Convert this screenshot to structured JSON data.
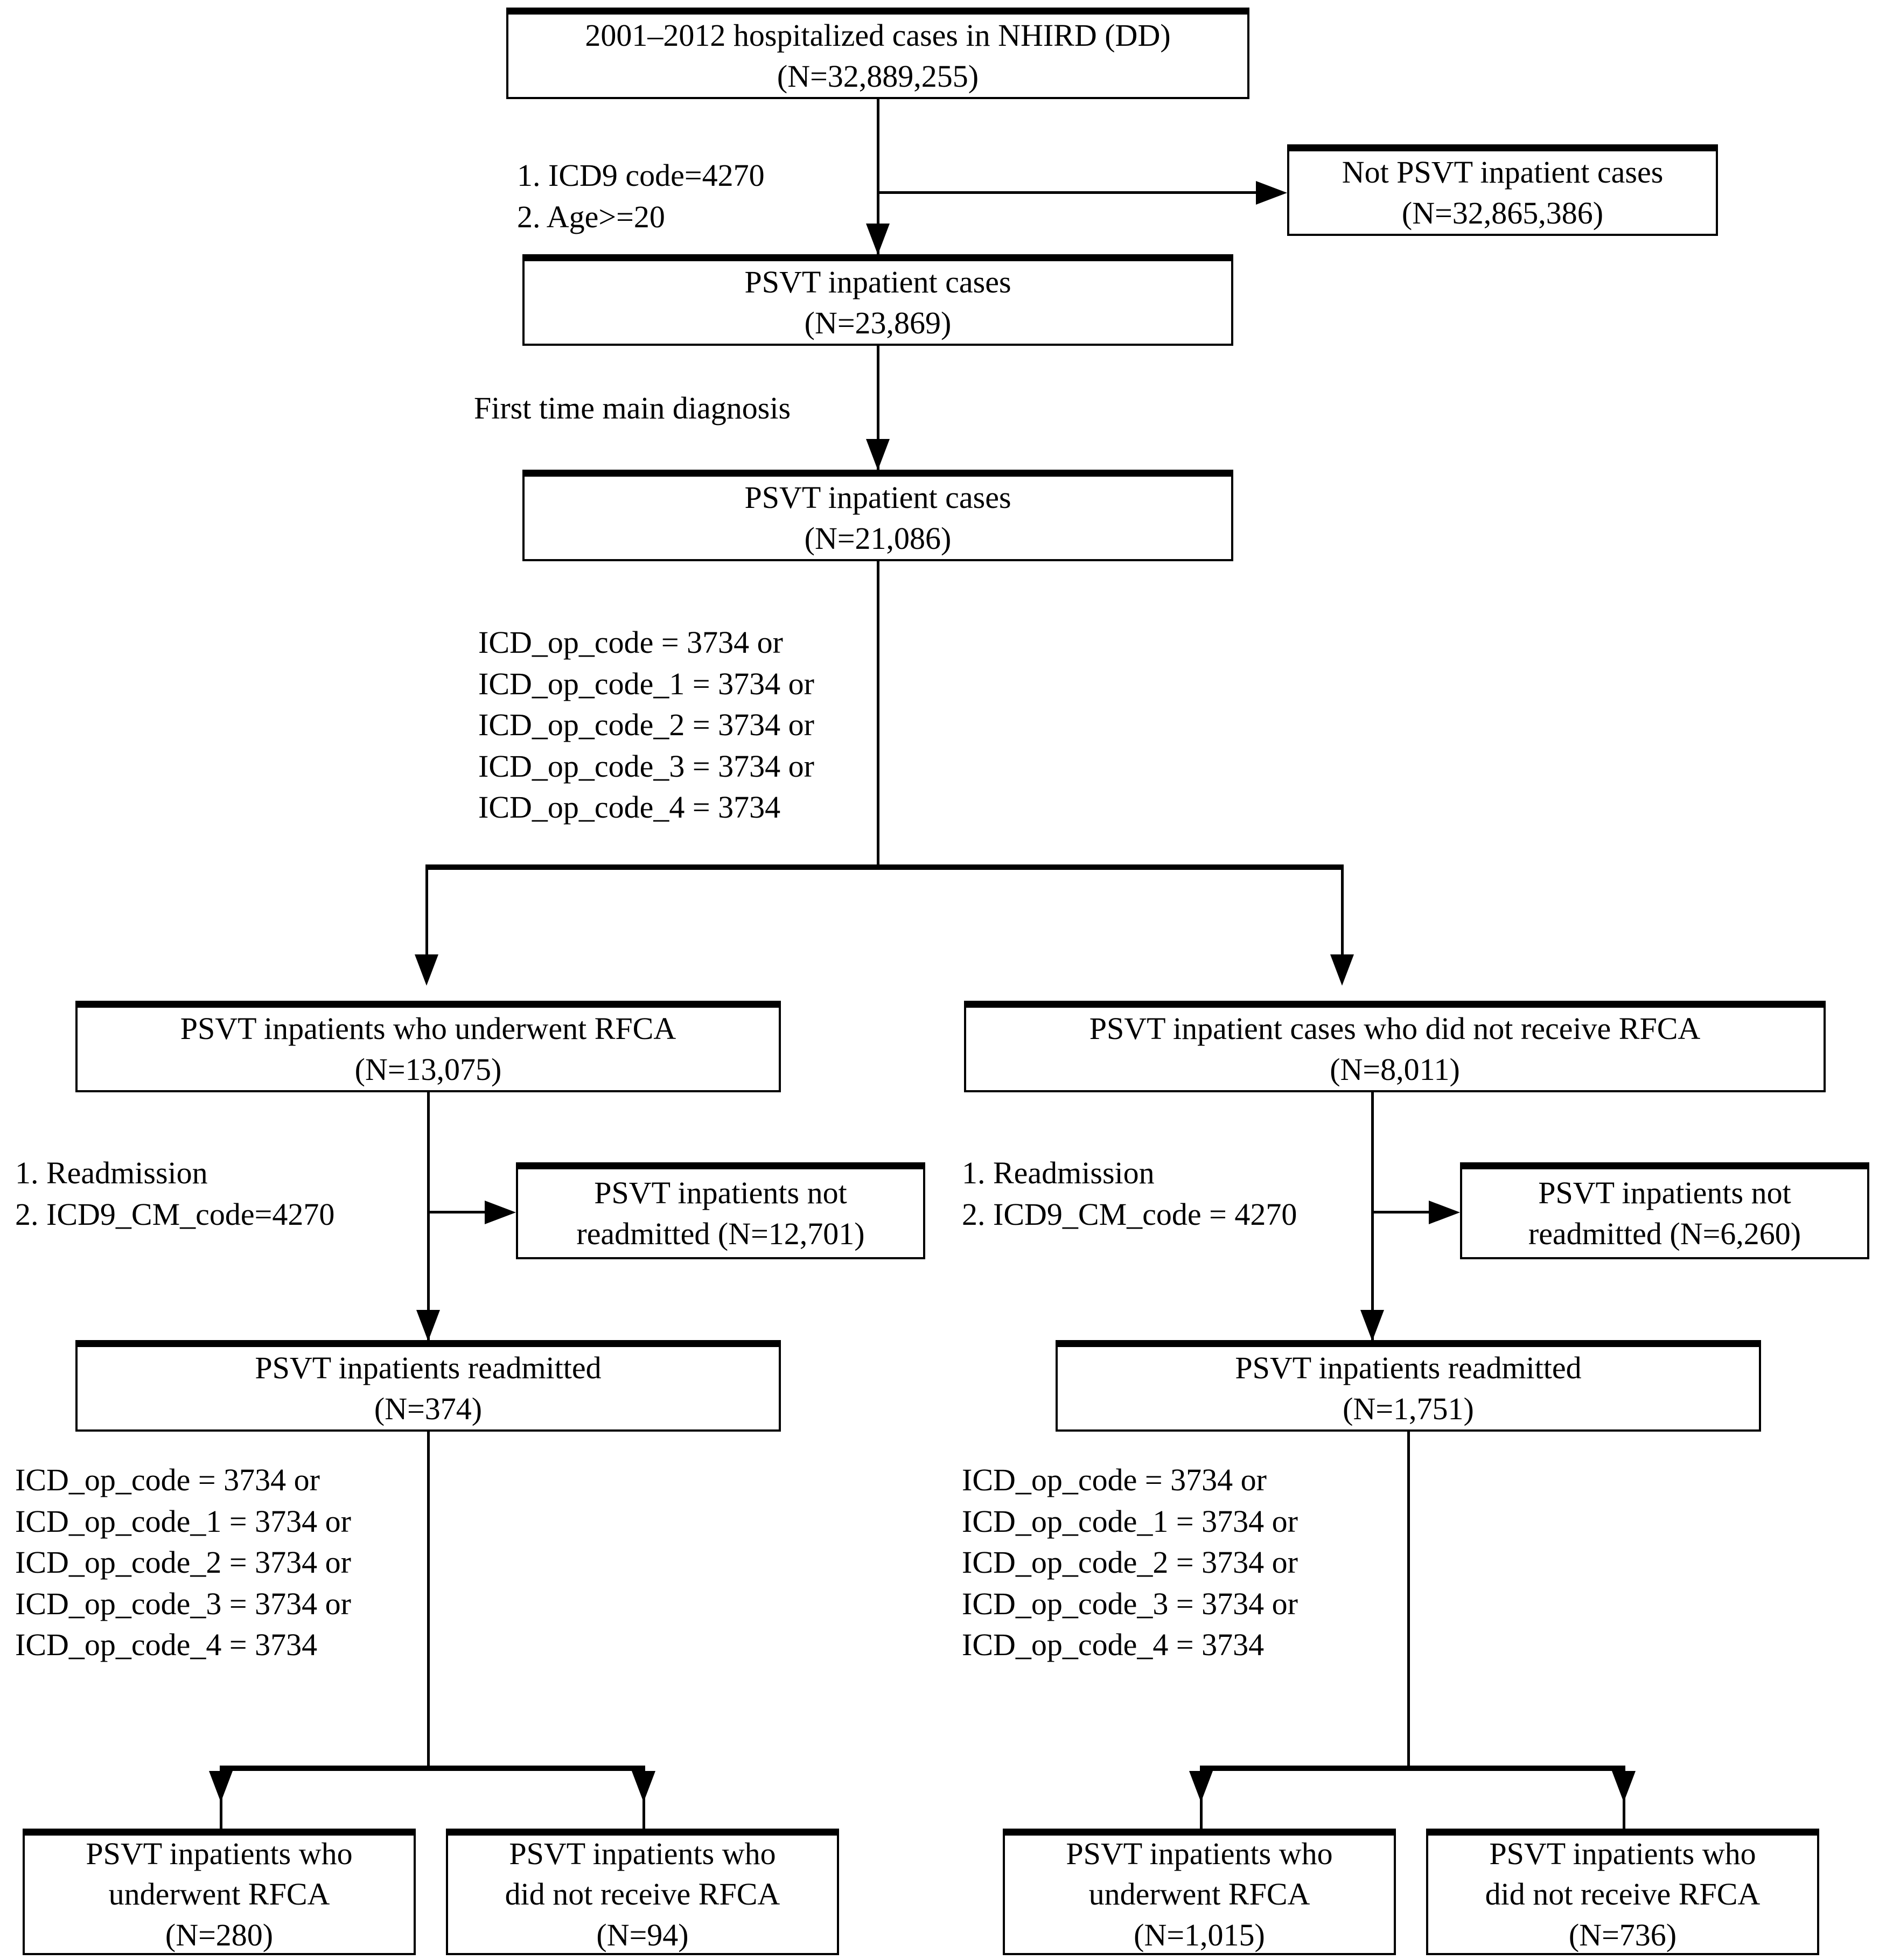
{
  "figure": {
    "type": "flowchart",
    "title": "PSVT inpatient cohort selection flow diagram (NHIRD 2001-2012)"
  },
  "nodes": {
    "source_cohort": {
      "line1": "2001–2012 hospitalized cases in NHIRD (DD)",
      "line2": "(N=32,889,255)",
      "n": 32889255
    },
    "excluded_not_psvt": {
      "line1": "Not PSVT inpatient cases",
      "line2": "(N=32,865,386)",
      "n": 32865386
    },
    "psvt_all": {
      "line1": "PSVT inpatient cases",
      "line2": "(N=23,869)",
      "n": 23869
    },
    "psvt_first": {
      "line1": "PSVT inpatient cases",
      "line2": "(N=21,086)",
      "n": 21086
    },
    "rfca_yes": {
      "line1": "PSVT inpatients who underwent RFCA",
      "line2": "(N=13,075)",
      "n": 13075
    },
    "rfca_no": {
      "line1": "PSVT inpatient cases who did not receive RFCA",
      "line2": "(N=8,011)",
      "n": 8011
    },
    "not_readmitted_left": {
      "line1": "PSVT inpatients not",
      "line2": "readmitted (N=12,701)",
      "n": 12701
    },
    "not_readmitted_right": {
      "line1": "PSVT inpatients not",
      "line2": "readmitted (N=6,260)",
      "n": 6260
    },
    "readmitted_left": {
      "line1": "PSVT inpatients readmitted",
      "line2": "(N=374)",
      "n": 374
    },
    "readmitted_right": {
      "line1": "PSVT inpatients readmitted",
      "line2": "(N=1,751)",
      "n": 1751
    },
    "leaf_left_rfca_yes": {
      "line1": "PSVT inpatients who",
      "line2": "underwent RFCA",
      "line3": "(N=280)",
      "n": 280
    },
    "leaf_left_rfca_no": {
      "line1": "PSVT inpatients who",
      "line2": "did not receive RFCA",
      "line3": "(N=94)",
      "n": 94
    },
    "leaf_right_rfca_yes": {
      "line1": "PSVT inpatients who",
      "line2": "underwent RFCA",
      "line3": "(N=1,015)",
      "n": 1015
    },
    "leaf_right_rfca_no": {
      "line1": "PSVT inpatients who",
      "line2": "did not receive RFCA",
      "line3": "(N=736)",
      "n": 736
    }
  },
  "annotations": {
    "inclusion_criteria": "1. ICD9 code=4270\n2. Age>=20",
    "first_time": "First time main diagnosis",
    "icd_op_codes_top": "ICD_op_code = 3734 or\nICD_op_code_1 = 3734 or\nICD_op_code_2 = 3734 or\nICD_op_code_3 = 3734 or\nICD_op_code_4 = 3734",
    "readmission_left": "1. Readmission\n2. ICD9_CM_code=4270",
    "readmission_right": "1. Readmission\n2. ICD9_CM_code = 4270",
    "icd_op_codes_left": "ICD_op_code = 3734 or\nICD_op_code_1 = 3734 or\nICD_op_code_2 = 3734 or\nICD_op_code_3 = 3734 or\nICD_op_code_4 = 3734",
    "icd_op_codes_right": "ICD_op_code = 3734 or\nICD_op_code_1 = 3734 or\nICD_op_code_2 = 3734 or\nICD_op_code_3 = 3734 or\nICD_op_code_4 = 3734"
  },
  "colors": {
    "stroke": "#000000",
    "background": "#ffffff",
    "text": "#000000"
  }
}
